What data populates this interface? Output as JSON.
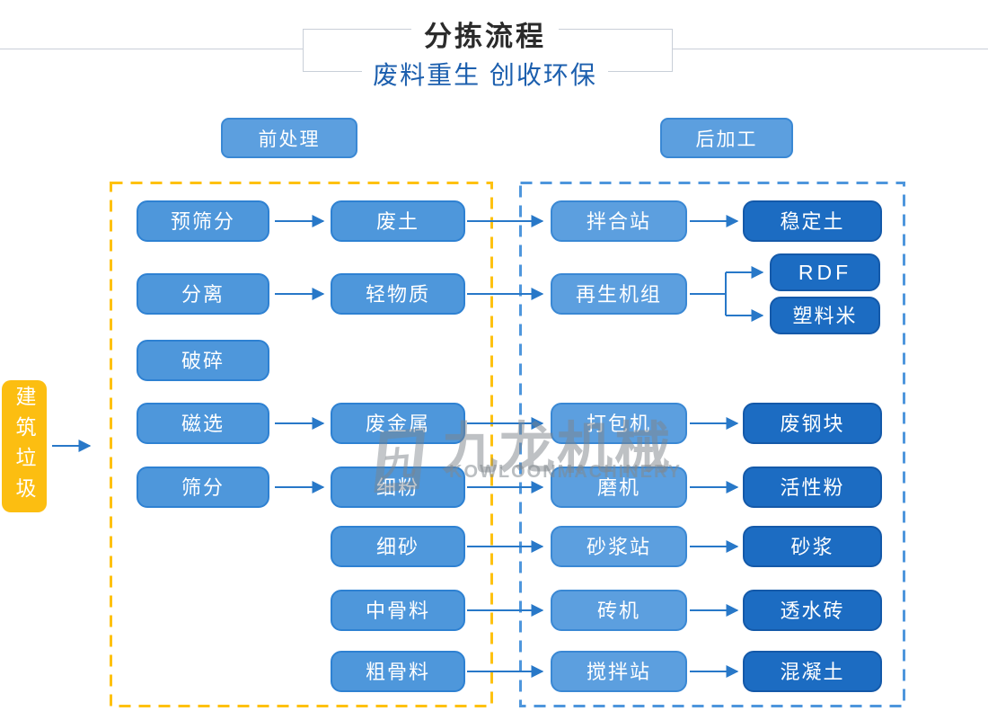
{
  "header": {
    "title": "分拣流程",
    "subtitle": "废料重生 创收环保"
  },
  "sections": {
    "pre_label": "前处理",
    "post_label": "后加工"
  },
  "source": {
    "label": "建筑垃圾"
  },
  "watermark": {
    "logo_char": "九",
    "name_cn": "九龙机械",
    "name_en": "KOWLOONMACHINERY"
  },
  "colors": {
    "node_blue": "#4E97DB",
    "node_blue_border": "#2E81D2",
    "node_light": "#5C9FDF",
    "node_light_border": "#3A88D4",
    "node_dark": "#1C6CC2",
    "node_dark_border": "#1459A9",
    "source_yellow": "#FCBE11",
    "dash_yellow": "#FEC110",
    "dash_blue": "#4E96DC",
    "arrow": "#2878C8",
    "subtitle": "#1C5FAE",
    "header_line": "#C9CFD8",
    "title_text": "#2B2B2B"
  },
  "flow": {
    "left_rows": [
      {
        "process": "预筛分",
        "product": "废土",
        "row": 0,
        "to_right": true
      },
      {
        "process": "分离",
        "product": "轻物质",
        "row": 1,
        "to_right": true
      },
      {
        "process": "破碎",
        "row": 2,
        "to_right": false
      },
      {
        "process": "磁选",
        "product": "废金属",
        "row": 3,
        "to_right": true
      },
      {
        "process": "筛分",
        "product": "细粉",
        "row": 4,
        "to_right": true
      },
      {
        "product": "细砂",
        "row": 5,
        "to_right": true
      },
      {
        "product": "中骨料",
        "row": 6,
        "to_right": true
      },
      {
        "product": "粗骨料",
        "row": 7,
        "to_right": true
      }
    ],
    "right_rows": [
      {
        "process": "拌合站",
        "outputs": [
          "稳定土"
        ],
        "row": 0
      },
      {
        "process": "再生机组",
        "outputs": [
          "RDF",
          "塑料米"
        ],
        "row": 1
      },
      {
        "process": "打包机",
        "outputs": [
          "废钢块"
        ],
        "row": 3
      },
      {
        "process": "磨机",
        "outputs": [
          "活性粉"
        ],
        "row": 4
      },
      {
        "process": "砂浆站",
        "outputs": [
          "砂浆"
        ],
        "row": 5
      },
      {
        "process": "砖机",
        "outputs": [
          "透水砖"
        ],
        "row": 6
      },
      {
        "process": "搅拌站",
        "outputs": [
          "混凝土"
        ],
        "row": 7
      }
    ]
  }
}
